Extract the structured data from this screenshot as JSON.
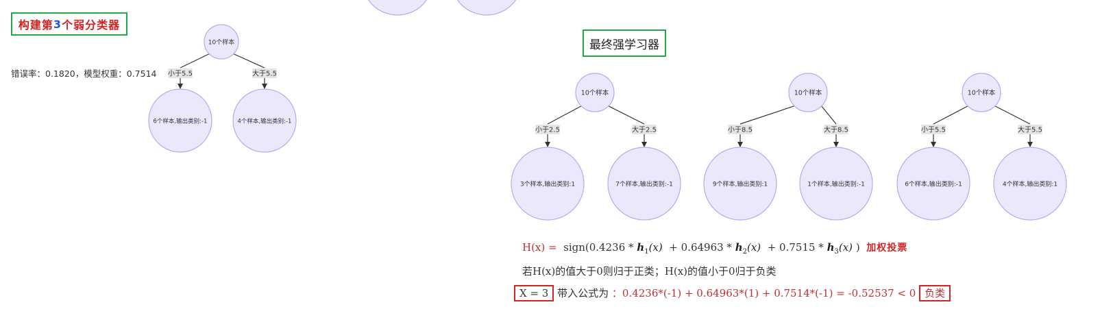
{
  "left_panel": {
    "title_prefix": "构建第",
    "title_number": "3",
    "title_suffix": "个弱分类器",
    "error_text": "错误率：0.1820，模型权重：0.7514",
    "tree": {
      "root": "10个样本",
      "left_edge": "小于5.5",
      "right_edge": "大于5.5",
      "left_leaf": "6个样本,输出类别:-1",
      "right_leaf": "4个样本,输出类别:-1"
    }
  },
  "right_panel": {
    "title": "最终强学习器",
    "trees": [
      {
        "root": "10个样本",
        "left_edge": "小于2.5",
        "right_edge": "大于2.5",
        "left_leaf": "3个样本,输出类别:1",
        "right_leaf": "7个样本,输出类别:-1"
      },
      {
        "root": "10个样本",
        "left_edge": "小于8.5",
        "right_edge": "大于8.5",
        "left_leaf": "9个样本,输出类别:1",
        "right_leaf": "1个样本,输出类别:-1"
      },
      {
        "root": "10个样本",
        "left_edge": "小于5.5",
        "right_edge": "大于5.5",
        "left_leaf": "6个样本,输出类别:-1",
        "right_leaf": "4个样本,输出类别:1"
      }
    ]
  },
  "formula": {
    "lhs": "H(x) =",
    "sign_open": "sign(0.4236 *",
    "h1": "h",
    "h1_sub": "1",
    "h1_arg": "(x)",
    "plus1": "+ 0.64963 *",
    "h2": "h",
    "h2_sub": "2",
    "h2_arg": "(x)",
    "plus2": "+ 0.7515 *",
    "h3": "h",
    "h3_sub": "3",
    "h3_arg": "(x)",
    "close": ")",
    "annotation": "加权投票"
  },
  "rule_text": "若H(x)的值大于0则归于正类；H(x)的值小于0归于负类",
  "example": {
    "input": "X = 3",
    "label": "带入公式为",
    "calc": "：0.4236*(-1) + 0.64963*(1) + 0.7514*(-1) = -0.52537 < 0",
    "result": "负类"
  },
  "colors": {
    "node_fill": "#ebe8fc",
    "node_stroke": "#b7a9ee",
    "edge": "#333333",
    "edge_label_bg": "#e4e4e4",
    "title_border": "#22a845",
    "red": "#d42222"
  }
}
